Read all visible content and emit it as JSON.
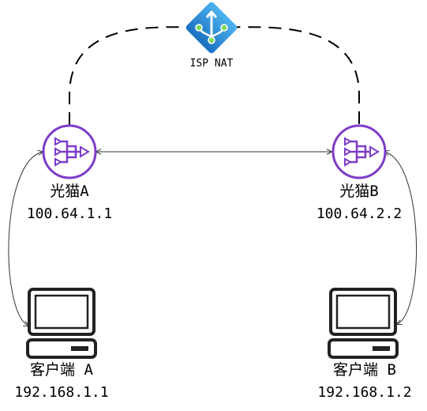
{
  "nat": {
    "label": "ISP NAT",
    "icon": "load-balancer-icon",
    "color": "#1e88d8"
  },
  "routers": [
    {
      "name": "光猫A",
      "ip": "100.64.1.1",
      "icon": "router-icon"
    },
    {
      "name": "光猫B",
      "ip": "100.64.2.2",
      "icon": "router-icon"
    }
  ],
  "clients": [
    {
      "name": "客户端 A",
      "ip": "192.168.1.1",
      "icon": "computer-icon"
    },
    {
      "name": "客户端 B",
      "ip": "192.168.1.2",
      "icon": "computer-icon"
    }
  ],
  "colors": {
    "router": "#7d3cc8",
    "line": "#333333"
  }
}
